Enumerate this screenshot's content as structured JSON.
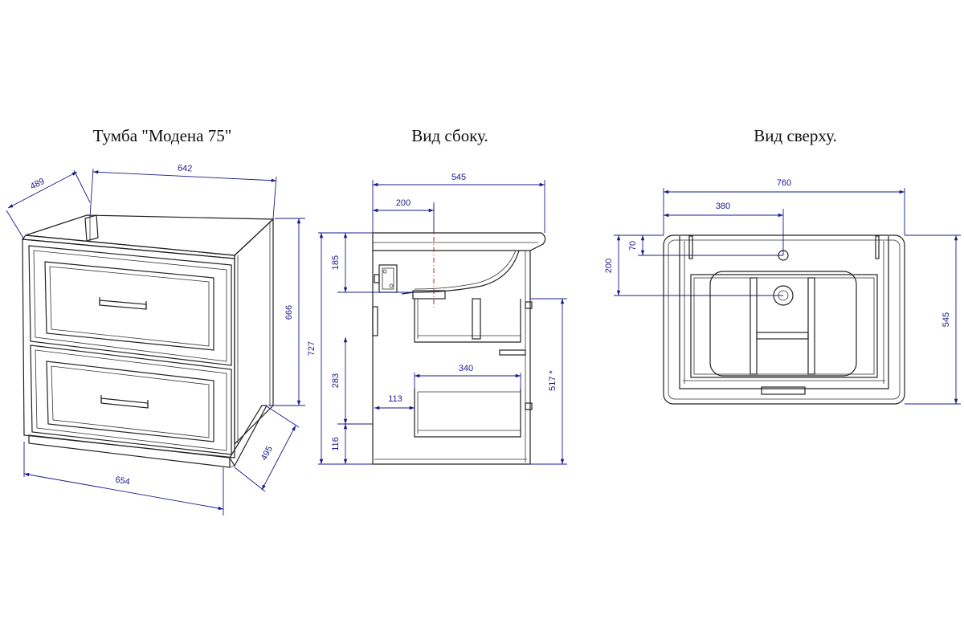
{
  "titles": {
    "cabinet": "Тумба \"Модена 75\"",
    "side": "Вид сбоку.",
    "top": "Вид сверху."
  },
  "dimensions": {
    "cabinet": {
      "depth_top": "489",
      "width_top": "642",
      "height": "666",
      "width_base": "654",
      "depth_base": "495"
    },
    "side": {
      "total_depth": "545",
      "drain_offset": "200",
      "top_section": "185",
      "total_height": "727",
      "middle_section": "283",
      "base_section": "116",
      "pipe_offset": "113",
      "drawer_depth": "340",
      "drawer_height": "517 *"
    },
    "top": {
      "width": "760",
      "half_width": "380",
      "faucet_offset": "70",
      "drain_offset": "200",
      "depth": "545"
    }
  },
  "colors": {
    "object_lines": "#222222",
    "dimension_lines": "#1a1a8c",
    "axis_line": "#c0202a"
  }
}
